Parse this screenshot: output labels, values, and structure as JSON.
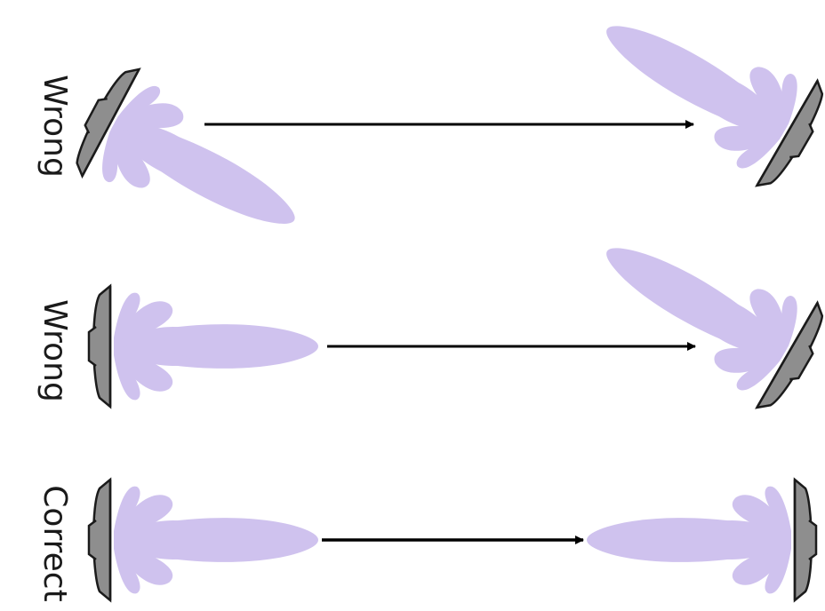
{
  "rows": [
    {
      "label": "Wrong",
      "left_antenna_tilt": "tilted-down",
      "right_antenna_tilt": "tilted-up"
    },
    {
      "label": "Wrong",
      "left_antenna_tilt": "aligned",
      "right_antenna_tilt": "tilted-up"
    },
    {
      "label": "Correct",
      "left_antenna_tilt": "aligned",
      "right_antenna_tilt": "aligned"
    }
  ],
  "colors": {
    "lobe": "#cfc2ee",
    "antenna_fill": "#8e8e8e",
    "antenna_stroke": "#1b1b1b",
    "arrow": "#000000",
    "label": "#1a1a1a"
  },
  "icons": {
    "antenna": "directional-antenna-icon",
    "radiation_pattern": "radiation-lobe-icon",
    "arrow": "arrow-right-icon"
  }
}
